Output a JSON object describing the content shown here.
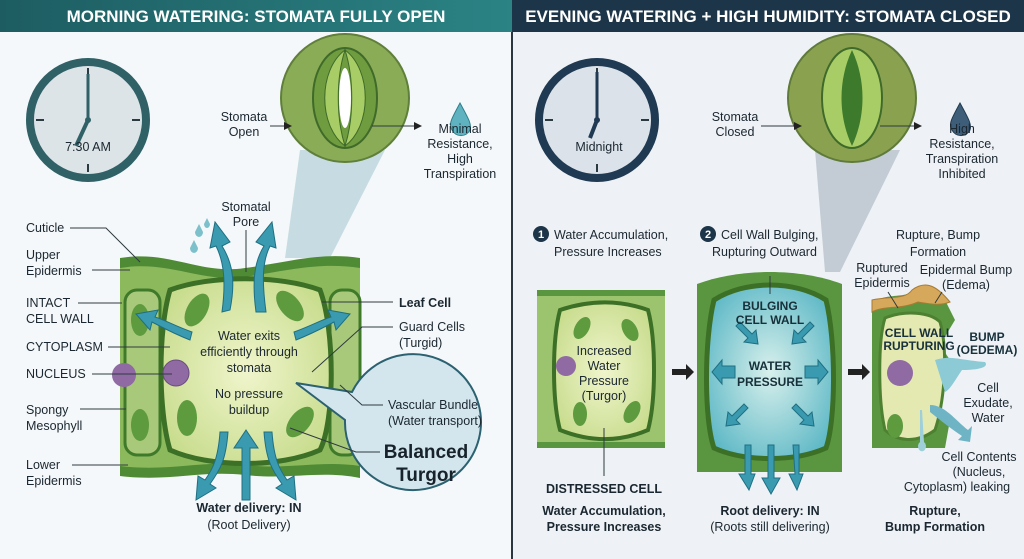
{
  "left": {
    "title": "MORNING WATERING: STOMATA FULLY OPEN",
    "clock_time": "7:30 AM",
    "stomata_label": [
      "Stomata",
      "Open"
    ],
    "result_label": [
      "Minimal",
      "Resistance,",
      "High",
      "Transpiration"
    ],
    "stomatal_pore": [
      "Stomatal",
      "Pore"
    ],
    "labels": {
      "cuticle": "Cuticle",
      "upper_epidermis": [
        "Upper",
        "Epidermis"
      ],
      "cell_wall": [
        "INTACT",
        "CELL WALL"
      ],
      "cytoplasm": "CYTOPLASM",
      "nucleus": "NUCLEUS",
      "spongy": [
        "Spongy",
        "Mesophyll"
      ],
      "lower_epidermis": [
        "Lower",
        "Epidermis"
      ],
      "leaf_cell": "Leaf Cell",
      "guard_cells": [
        "Guard Cells",
        "(Turgid)"
      ],
      "vascular": [
        "Vascular Bundle",
        "(Water transport)"
      ]
    },
    "center_text": [
      "Water exits",
      "efficiently through",
      "stomata"
    ],
    "pressure_text": [
      "No pressure",
      "buildup"
    ],
    "callout": [
      "Balanced",
      "Turgor"
    ],
    "delivery": "Water delivery: IN",
    "delivery_sub": "(Root Delivery)"
  },
  "right": {
    "title": "EVENING WATERING + HIGH HUMIDITY: STOMATA CLOSED",
    "clock_time": "Midnight",
    "stomata_label": [
      "Stomata",
      "Closed"
    ],
    "result_label": [
      "High",
      "Resistance,",
      "Transpiration",
      "Inhibited"
    ],
    "steps": [
      {
        "num": "1",
        "lines": [
          "Water Accumulation,",
          "Pressure Increases"
        ]
      },
      {
        "num": "2",
        "lines": [
          "Cell Wall Bulging,",
          "Rupturing Outward"
        ]
      },
      {
        "num": "",
        "lines": [
          "Rupture, Bump",
          "Formation"
        ]
      }
    ],
    "cell1_text": [
      "Increased",
      "Water",
      "Pressure",
      "(Turgor)"
    ],
    "cell1_caption": "DISTRESSED CELL",
    "cell1_bottom": [
      "Water Accumulation,",
      "Pressure Increases"
    ],
    "cell2_wall": [
      "BULGING",
      "CELL WALL"
    ],
    "cell2_text": [
      "WATER",
      "PRESSURE"
    ],
    "cell2_bottom": "Root delivery: IN",
    "cell2_bottom_sub": "(Roots still delivering)",
    "cell3_labels": {
      "ruptured": [
        "Ruptured",
        "Epidermis"
      ],
      "bump": [
        "Epidermal Bump",
        "(Edema)"
      ],
      "rupturing": [
        "CELL WALL",
        "RUPTURING"
      ],
      "oedema": [
        "BUMP",
        "(OEDEMA)"
      ],
      "exudate": [
        "Cell",
        "Exudate,",
        "Water"
      ],
      "contents": [
        "Cell Contents",
        "(Nucleus,",
        "Cytoplasm) leaking"
      ]
    },
    "cell3_bottom": [
      "Rupture,",
      "Bump Formation"
    ]
  },
  "colors": {
    "left_header": "#236c70",
    "right_header": "#1d3548",
    "water": "#3a9bb0",
    "leaf": "#5f9a3c"
  }
}
